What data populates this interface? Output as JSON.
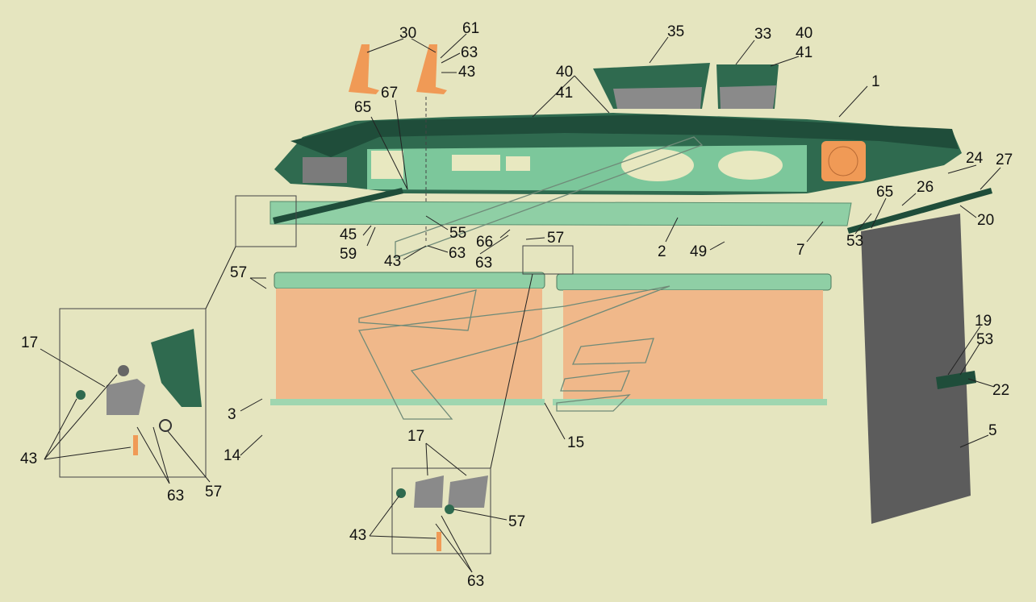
{
  "diagram": {
    "labels": [
      "30",
      "61",
      "63",
      "43",
      "35",
      "33",
      "40",
      "41",
      "40",
      "41",
      "1",
      "65",
      "67",
      "24",
      "27",
      "26",
      "65",
      "20",
      "53",
      "7",
      "45",
      "59",
      "55",
      "66",
      "57",
      "43",
      "63",
      "63",
      "2",
      "49",
      "57",
      "17",
      "43",
      "63",
      "57",
      "3",
      "14",
      "15",
      "17",
      "43",
      "57",
      "63",
      "19",
      "53",
      "22",
      "5"
    ],
    "colors": {
      "background": "#e5e5bf",
      "panel": "#7cc79b",
      "dark_panel": "#2f6a4f",
      "curtain": "#f0b88a",
      "rail": "#8fcfa5",
      "door_panel": "#5c5c5c",
      "bracket": "#8a8a8a",
      "orange": "#f09a56"
    }
  }
}
